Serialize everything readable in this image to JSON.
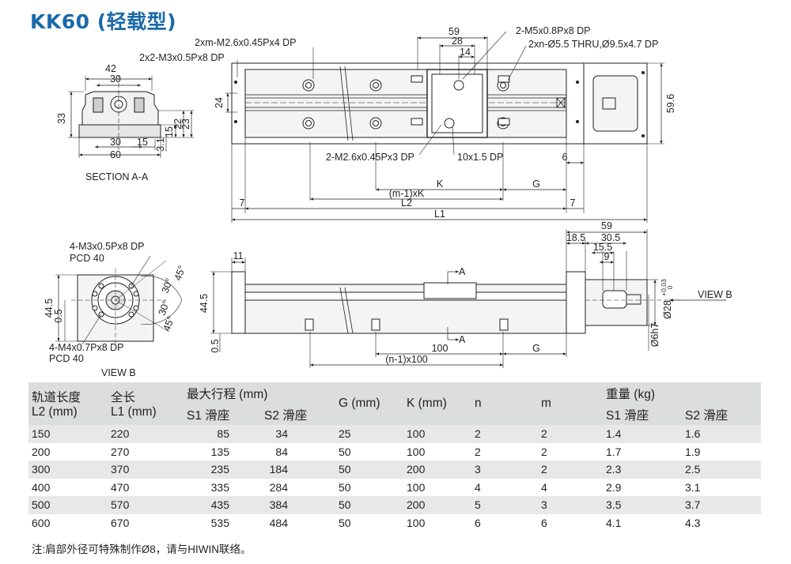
{
  "title": "KK60 (轻载型)",
  "drawing": {
    "section_label": "SECTION A-A",
    "view_b_label": "VIEW B",
    "view_b_arrow_label": "VIEW B",
    "section": {
      "d42": "42",
      "d30": "30",
      "d33": "33",
      "d15": "15",
      "d22": "22",
      "d23": "23",
      "d3_1": "3.1",
      "d30b": "30",
      "d15b": "15",
      "d60": "60"
    },
    "top": {
      "hole1": "2xm-M2.6x0.45Px4 DP",
      "hole2": "2x2-M3x0.5Px8 DP",
      "hole3": "2-M5x0.8Px8 DP",
      "hole4": "2xn-Ø5.5 THRU,Ø9.5x4.7 DP",
      "hole5": "2-M2.6x0.45Px3 DP",
      "hole6": "10x1.5 DP",
      "d59": "59",
      "d28": "28",
      "d14": "14",
      "d24": "24",
      "d59_6": "59.6",
      "d6": "6",
      "k": "K",
      "g": "G",
      "mk": "(m-1)xK",
      "l2": "L2",
      "l1": "L1",
      "d7a": "7",
      "d7b": "7"
    },
    "viewb": {
      "hole1": "4-M3x0.5Px8 DP",
      "pcd1": "PCD 40",
      "hole2": "4-M4x0.7Px8 DP",
      "pcd2": "PCD 40",
      "a45a": "45°",
      "a30a": "30°",
      "a30b": "30°",
      "a45b": "45°",
      "d44_5": "44.5",
      "d0_5": "0.5"
    },
    "side": {
      "d11": "11",
      "d44_5": "44.5",
      "d0_5": "0.5",
      "a1": "A",
      "a2": "A",
      "d100": "100",
      "g": "G",
      "n100": "(n-1)x100",
      "d59": "59",
      "d18_5": "18.5",
      "d30_5": "30.5",
      "d15_5": "15.5",
      "d9": "9",
      "d28": "Ø28",
      "tol": "+0.03",
      "tol2": "0",
      "d6h7": "Ø6h7"
    }
  },
  "table": {
    "headers": {
      "rail_length": "轨道长度",
      "rail_l2": "L2 (mm)",
      "total_length": "全长",
      "total_l1": "L1 (mm)",
      "max_stroke": "最大行程 (mm)",
      "s1": "S1 滑座",
      "s2": "S2 滑座",
      "g": "G (mm)",
      "k": "K (mm)",
      "n": "n",
      "m": "m",
      "weight": "重量 (kg)",
      "w_s1": "S1 滑座",
      "w_s2": "S2 滑座"
    },
    "rows": [
      [
        "150",
        "220",
        "85",
        "34",
        "25",
        "100",
        "2",
        "2",
        "1.4",
        "1.6"
      ],
      [
        "200",
        "270",
        "135",
        "84",
        "50",
        "100",
        "2",
        "2",
        "1.7",
        "1.9"
      ],
      [
        "300",
        "370",
        "235",
        "184",
        "50",
        "200",
        "3",
        "2",
        "2.3",
        "2.5"
      ],
      [
        "400",
        "470",
        "335",
        "284",
        "50",
        "100",
        "4",
        "4",
        "2.9",
        "3.1"
      ],
      [
        "500",
        "570",
        "435",
        "384",
        "50",
        "200",
        "5",
        "3",
        "3.5",
        "3.7"
      ],
      [
        "600",
        "670",
        "535",
        "484",
        "50",
        "100",
        "6",
        "6",
        "4.1",
        "4.3"
      ]
    ]
  },
  "note": "注:肩部外径可特殊制作Ø8，请与HIWIN联络。"
}
